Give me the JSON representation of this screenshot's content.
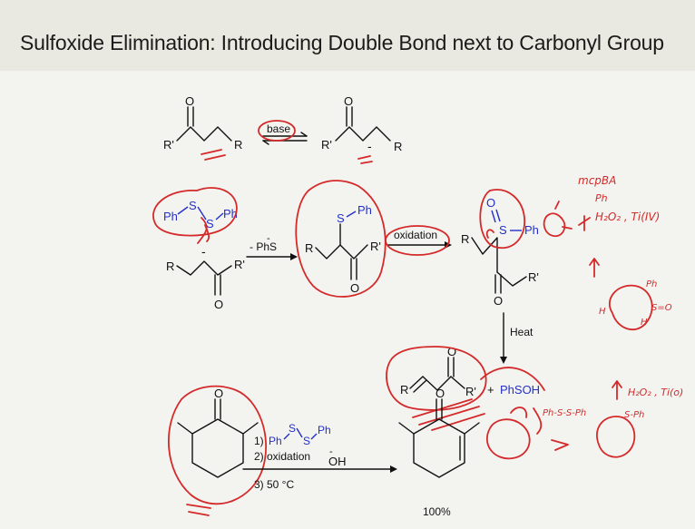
{
  "title": "Sulfoxide Elimination: Introducing Double Bond next to Carbonyl Group",
  "labels": {
    "r": "R",
    "r_prime": "R'",
    "o": "O",
    "s": "S",
    "ph": "Ph",
    "minus": "-",
    "base": "base",
    "minus_phs": "- PhS",
    "oxidation": "oxidation",
    "heat": "Heat",
    "plus": "+",
    "phsoh": "PhSOH",
    "step1_prefix": "1) ",
    "step2": "2) oxidation",
    "step3": "3) 50 °C",
    "hydroxide": "OH",
    "yield": "100%"
  },
  "handwriting": {
    "mcpba": "mcpBA",
    "ph_note": "Ph",
    "h2o2_ti4": "H₂O₂ , Ti(IV)",
    "h2o2_ti2": "H₂O₂ , Ti(o)",
    "ph_ring": "Ph",
    "s_o": "S=O",
    "h_marks": "H",
    "phs_sph": "Ph-S-S-Ph",
    "s_ph": "S-Ph"
  },
  "colors": {
    "text": "#111111",
    "blue": "#2430c8",
    "ink": "#d42a2a",
    "background": "#f3f3f0",
    "title_bar": "#e9e9e1"
  }
}
